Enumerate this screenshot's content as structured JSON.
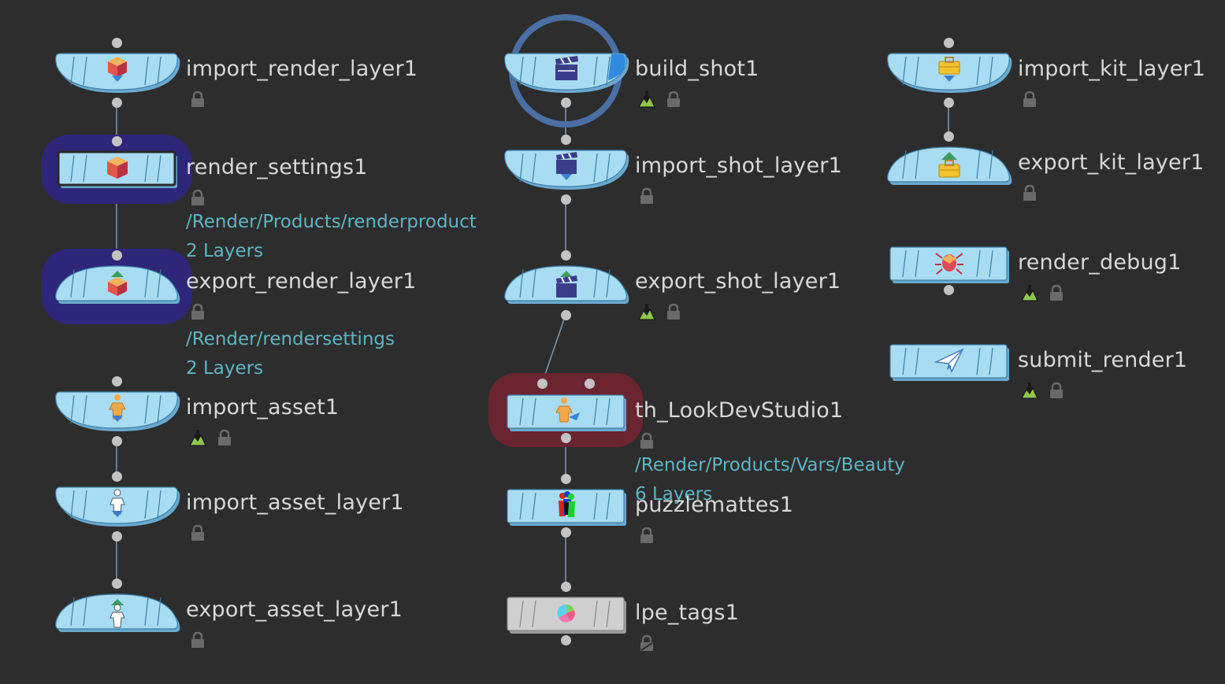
{
  "colors": {
    "background": "#2d2d2d",
    "node_fill": "#a8dcf2",
    "node_edge": "#5aa7cf",
    "bypass_fill": "#cfcfcf",
    "label": "#d8d8d8",
    "annotation": "#5fb5c2",
    "selection_ring": "#4a6fa5",
    "highlight_purple": "#2e2678",
    "error_red": "#6a2530",
    "wire": "#7d9bb5"
  },
  "nodes": [
    {
      "id": "import_render_layer1",
      "label": "import_render_layer1",
      "icon": "render-box-down-icon",
      "flags": [
        "lock-icon"
      ]
    },
    {
      "id": "render_settings1",
      "label": "render_settings1",
      "icon": "render-box-icon",
      "flags": [
        "lock-icon"
      ],
      "annotation": [
        "/Render/Products/renderproduct",
        "2 Layers"
      ]
    },
    {
      "id": "export_render_layer1",
      "label": "export_render_layer1",
      "icon": "render-box-up-icon",
      "flags": [
        "lock-icon"
      ],
      "annotation": [
        "/Render/rendersettings",
        "2 Layers"
      ]
    },
    {
      "id": "import_asset1",
      "label": "import_asset1",
      "icon": "asset-figure-down-icon",
      "flags": [
        "import-icon",
        "lock-icon"
      ]
    },
    {
      "id": "import_asset_layer1",
      "label": "import_asset_layer1",
      "icon": "asset-layer-down-icon",
      "flags": [
        "lock-icon"
      ]
    },
    {
      "id": "export_asset_layer1",
      "label": "export_asset_layer1",
      "icon": "asset-layer-up-icon",
      "flags": [
        "lock-icon"
      ]
    },
    {
      "id": "build_shot1",
      "label": "build_shot1",
      "icon": "clapperboard-icon",
      "flags": [
        "import-icon",
        "lock-icon"
      ]
    },
    {
      "id": "import_shot_layer1",
      "label": "import_shot_layer1",
      "icon": "clapperboard-down-icon",
      "flags": [
        "lock-icon"
      ]
    },
    {
      "id": "export_shot_layer1",
      "label": "export_shot_layer1",
      "icon": "clapperboard-up-icon",
      "flags": [
        "import-icon",
        "lock-icon"
      ]
    },
    {
      "id": "th_LookDevStudio1",
      "label": "th_LookDevStudio1",
      "icon": "lookdev-figure-icon",
      "flags": [
        "lock-icon"
      ],
      "annotation": [
        "/Render/Products/Vars/Beauty",
        "6 Layers"
      ]
    },
    {
      "id": "puzzlemattes1",
      "label": "puzzlemattes1",
      "icon": "puzzle-mattes-icon",
      "flags": [
        "lock-icon"
      ]
    },
    {
      "id": "lpe_tags1",
      "label": "lpe_tags1",
      "icon": "lpe-tags-icon",
      "flags": [
        "bypass-lock-icon"
      ]
    },
    {
      "id": "import_kit_layer1",
      "label": "import_kit_layer1",
      "icon": "toolkit-down-icon",
      "flags": [
        "lock-icon"
      ]
    },
    {
      "id": "export_kit_layer1",
      "label": "export_kit_layer1",
      "icon": "toolkit-up-icon",
      "flags": [
        "lock-icon"
      ]
    },
    {
      "id": "render_debug1",
      "label": "render_debug1",
      "icon": "debug-bug-icon",
      "flags": [
        "import-icon",
        "lock-icon"
      ]
    },
    {
      "id": "submit_render1",
      "label": "submit_render1",
      "icon": "paper-plane-icon",
      "flags": [
        "import-icon",
        "lock-icon"
      ]
    }
  ]
}
